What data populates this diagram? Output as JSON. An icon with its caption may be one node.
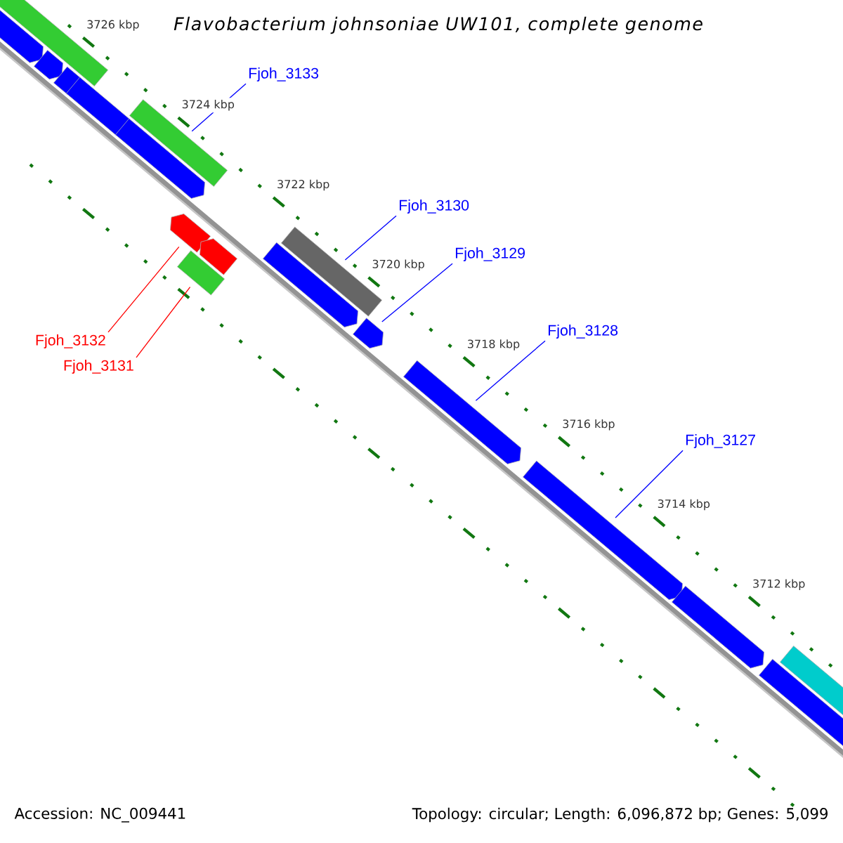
{
  "diagram": {
    "title": "Flavobacterium johnsoniae UW101, complete genome",
    "nodes": [
      {
        "text": [
          "Fjoh_3133"
        ]
      },
      {
        "text": [],
        "shape": "box"
      },
      {
        "text": [
          "Fjoh_3130"
        ]
      },
      {
        "text": [],
        "shape": "box"
      },
      {
        "text": [
          "Fjoh_3129"
        ]
      },
      {
        "text": [],
        "shape": "arrow"
      },
      {
        "text": [
          "Fjoh_3128"
        ]
      },
      {
        "text": [],
        "shape": "arrow"
      },
      {
        "text": [
          "Fjoh_3127"
        ]
      },
      {
        "text": [],
        "shape": "arrow"
      },
      {
        "text": [
          "Fjoh_3132"
        ]
      },
      {
        "text": [],
        "shape": "arrow"
      },
      {
        "text": [
          "Fjoh_3131"
        ]
      },
      {
        "text": [],
        "shape": "box"
      },
      {
        "text": [],
        "shape": "box"
      },
      {
        "text": [],
        "shape": "arrow"
      },
      {
        "text": [],
        "shape": "arrow"
      },
      {
        "text": [],
        "shape": "arrow"
      },
      {
        "text": [],
        "shape": "box"
      },
      {
        "text": [],
        "shape": "arrow"
      },
      {
        "text": [],
        "shape": "arrow"
      },
      {
        "text": [],
        "shape": "arrow"
      },
      {
        "text": [],
        "shape": "arrow"
      },
      {
        "text": [],
        "shape": "box"
      },
      {
        "text": [],
        "shape": "box"
      }
    ],
    "edges": [
      {
        "from": 0,
        "to": 1,
        "arrow": "none"
      },
      {
        "from": 2,
        "to": 3,
        "arrow": "none"
      },
      {
        "from": 4,
        "to": 5,
        "arrow": "none"
      },
      {
        "from": 6,
        "to": 7,
        "arrow": "none"
      },
      {
        "from": 8,
        "to": 9,
        "arrow": "none"
      },
      {
        "from": 10,
        "to": 11,
        "arrow": "none",
        "color": "#ff0000"
      },
      {
        "from": 12,
        "to": 13,
        "arrow": "none",
        "color": "#ff0000"
      }
    ],
    "labels": [
      "3726 kbp",
      "3724 kbp",
      "3722 kbp",
      "3720 kbp",
      "3718 kbp",
      "3716 kbp",
      "3714 kbp",
      "3712 kbp",
      "Accession: NC_009441",
      "Topology: circular; Length: 6,096,872 bp; Genes: 5,099"
    ]
  }
}
